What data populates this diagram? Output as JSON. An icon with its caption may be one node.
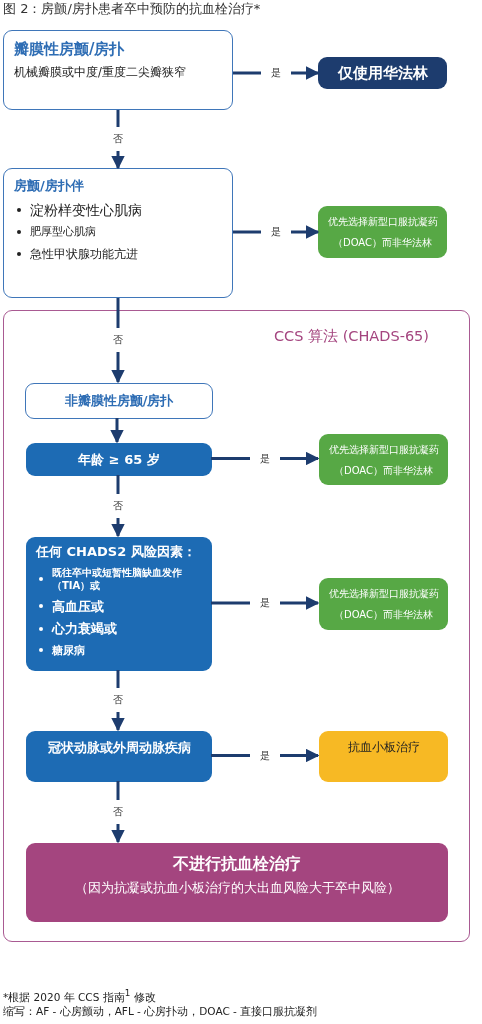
{
  "diagram": {
    "title": "图 2：房颤/房扑患者卒中预防的抗血栓治疗*",
    "nodes": [
      {
        "text": [
          "瓣膜性房颤/房扑",
          "机械瓣膜或中度/重度二尖瓣狭窄"
        ]
      },
      {
        "text": [
          "仅使用华法林"
        ]
      },
      {
        "text": [
          "房颤/房扑伴",
          "淀粉样变性心肌病",
          "肥厚型心肌病",
          "急性甲状腺功能亢进"
        ]
      },
      {
        "text": [
          "优先选择新型口服抗凝药（DOAC）而非华法林"
        ]
      },
      {
        "text": [
          "CCS 算法 (CHADS-65)"
        ]
      },
      {
        "text": [
          "非瓣膜性房颤/房扑"
        ],
        "in": 4
      },
      {
        "text": [
          "年龄 ≥ 65 岁"
        ],
        "in": 4
      },
      {
        "text": [
          "优先选择新型口服抗凝药（DOAC）而非华法林"
        ],
        "in": 4
      },
      {
        "text": [
          "任何 CHADS2 风险因素：",
          "既往卒中或短暂性脑缺血发作（TIA）或",
          "高血压或",
          "心力衰竭或",
          "糖尿病"
        ],
        "in": 4
      },
      {
        "text": [
          "优先选择新型口服抗凝药（DOAC）而非华法林"
        ],
        "in": 4
      },
      {
        "text": [
          "冠状动脉或外周动脉疾病"
        ],
        "in": 4
      },
      {
        "text": [
          "抗血小板治疗"
        ],
        "in": 4
      },
      {
        "text": [
          "不进行抗血栓治疗",
          "（因为抗凝或抗血小板治疗的大出血风险大于卒中风险）"
        ],
        "in": 4
      }
    ],
    "edges": [
      {
        "from": 0,
        "to": 1,
        "arrow": "to",
        "label": "是"
      },
      {
        "from": 0,
        "to": 2,
        "arrow": "to",
        "label": "否"
      },
      {
        "from": 2,
        "to": 3,
        "arrow": "to",
        "label": "是"
      },
      {
        "from": 2,
        "to": 5,
        "arrow": "to",
        "label": "否"
      },
      {
        "from": 5,
        "to": 6,
        "arrow": "to"
      },
      {
        "from": 6,
        "to": 7,
        "arrow": "to",
        "label": "是"
      },
      {
        "from": 6,
        "to": 8,
        "arrow": "to",
        "label": "否"
      },
      {
        "from": 8,
        "to": 9,
        "arrow": "to",
        "label": "是"
      },
      {
        "from": 8,
        "to": 10,
        "arrow": "to",
        "label": "否"
      },
      {
        "from": 10,
        "to": 11,
        "arrow": "to",
        "label": "是"
      },
      {
        "from": 10,
        "to": 12,
        "arrow": "to",
        "label": "否"
      }
    ],
    "labels": [
      "*根据 2020 年 CCS 指南$^{1}$ 修改",
      "缩写：AF - 心房颤动，AFL - 心房扑动，DOAC - 直接口服抗凝剂"
    ]
  }
}
